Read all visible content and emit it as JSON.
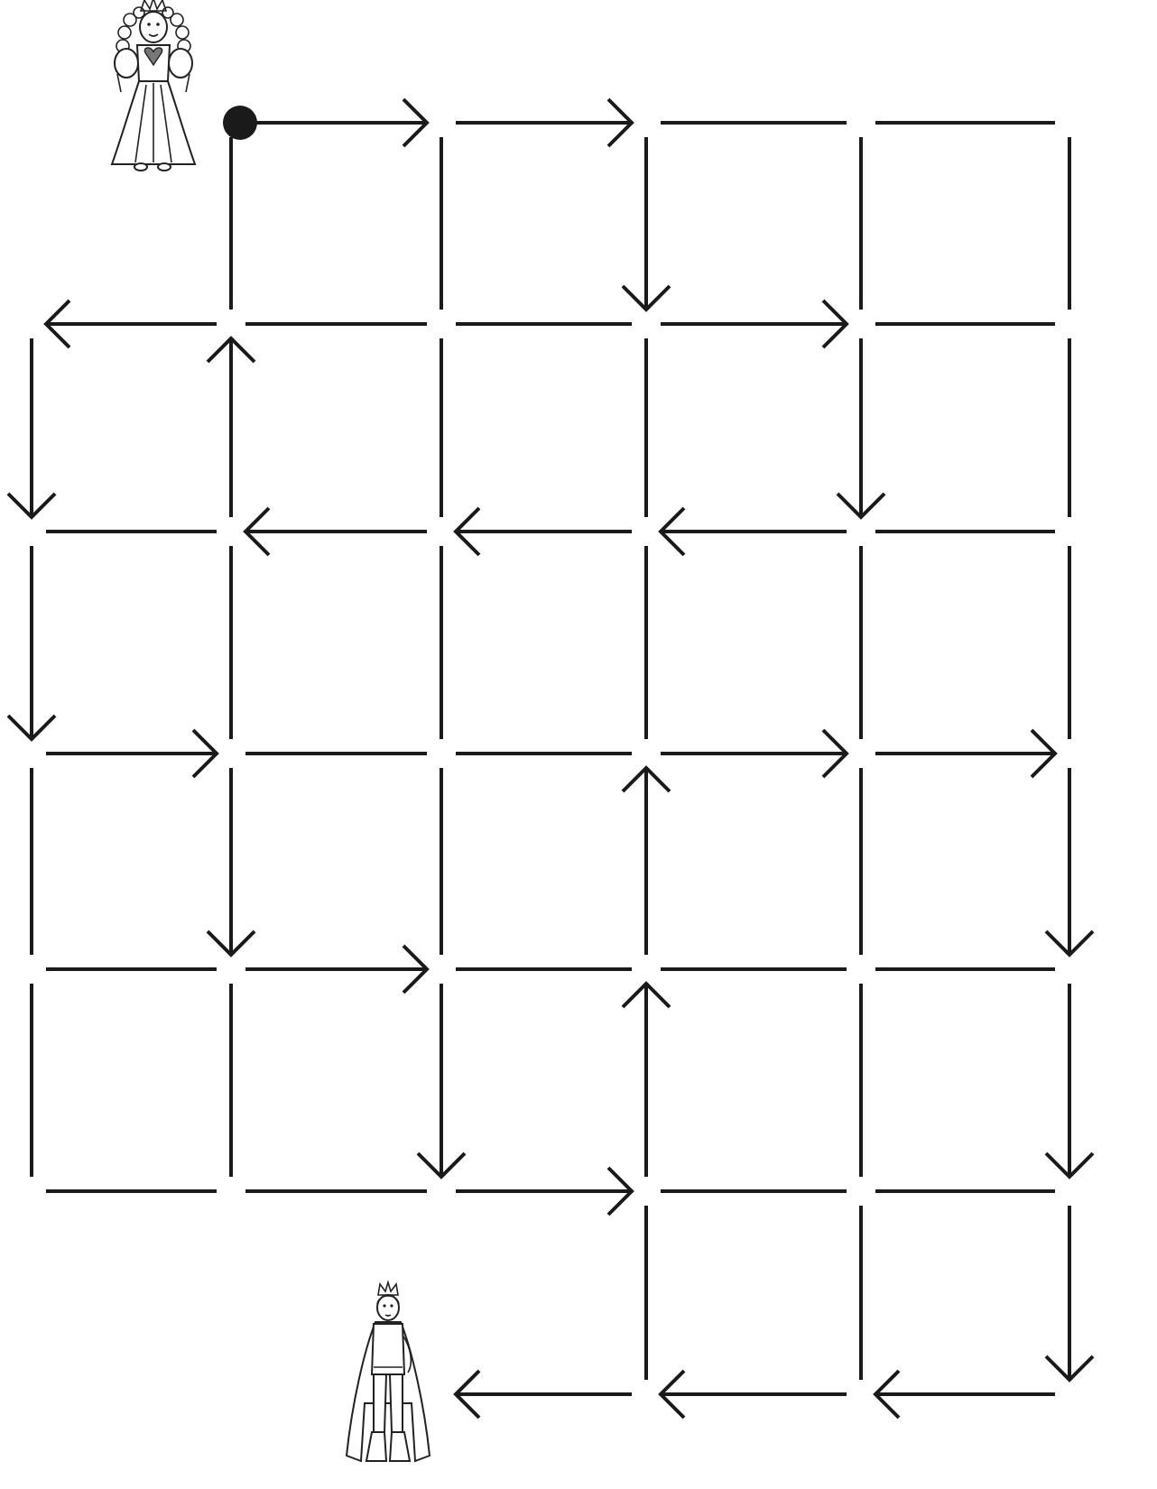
{
  "colors": {
    "background": "#ffffff",
    "ink": "#1a1a1a"
  },
  "maze": {
    "grid": {
      "columns": 6,
      "rows": 7
    },
    "start_node": {
      "col": 1,
      "row": 0
    },
    "edges": [
      {
        "a": [
          1,
          0
        ],
        "b": [
          2,
          0
        ],
        "dir": "a-b"
      },
      {
        "a": [
          2,
          0
        ],
        "b": [
          3,
          0
        ],
        "dir": "a-b"
      },
      {
        "a": [
          3,
          0
        ],
        "b": [
          4,
          0
        ],
        "dir": "none"
      },
      {
        "a": [
          4,
          0
        ],
        "b": [
          5,
          0
        ],
        "dir": "none"
      },
      {
        "a": [
          1,
          0
        ],
        "b": [
          1,
          1
        ],
        "dir": "none"
      },
      {
        "a": [
          2,
          0
        ],
        "b": [
          2,
          1
        ],
        "dir": "none"
      },
      {
        "a": [
          3,
          0
        ],
        "b": [
          3,
          1
        ],
        "dir": "a-b"
      },
      {
        "a": [
          4,
          0
        ],
        "b": [
          4,
          1
        ],
        "dir": "none"
      },
      {
        "a": [
          5,
          0
        ],
        "b": [
          5,
          1
        ],
        "dir": "none"
      },
      {
        "a": [
          0,
          1
        ],
        "b": [
          1,
          1
        ],
        "dir": "b-a"
      },
      {
        "a": [
          1,
          1
        ],
        "b": [
          2,
          1
        ],
        "dir": "none"
      },
      {
        "a": [
          2,
          1
        ],
        "b": [
          3,
          1
        ],
        "dir": "none"
      },
      {
        "a": [
          3,
          1
        ],
        "b": [
          4,
          1
        ],
        "dir": "a-b"
      },
      {
        "a": [
          4,
          1
        ],
        "b": [
          5,
          1
        ],
        "dir": "none"
      },
      {
        "a": [
          0,
          1
        ],
        "b": [
          0,
          2
        ],
        "dir": "a-b"
      },
      {
        "a": [
          1,
          1
        ],
        "b": [
          1,
          2
        ],
        "dir": "b-a"
      },
      {
        "a": [
          2,
          1
        ],
        "b": [
          2,
          2
        ],
        "dir": "none"
      },
      {
        "a": [
          3,
          1
        ],
        "b": [
          3,
          2
        ],
        "dir": "none"
      },
      {
        "a": [
          4,
          1
        ],
        "b": [
          4,
          2
        ],
        "dir": "a-b"
      },
      {
        "a": [
          5,
          1
        ],
        "b": [
          5,
          2
        ],
        "dir": "none"
      },
      {
        "a": [
          0,
          2
        ],
        "b": [
          1,
          2
        ],
        "dir": "none"
      },
      {
        "a": [
          1,
          2
        ],
        "b": [
          2,
          2
        ],
        "dir": "b-a"
      },
      {
        "a": [
          2,
          2
        ],
        "b": [
          3,
          2
        ],
        "dir": "b-a"
      },
      {
        "a": [
          3,
          2
        ],
        "b": [
          4,
          2
        ],
        "dir": "b-a"
      },
      {
        "a": [
          4,
          2
        ],
        "b": [
          5,
          2
        ],
        "dir": "none"
      },
      {
        "a": [
          0,
          2
        ],
        "b": [
          0,
          3
        ],
        "dir": "a-b"
      },
      {
        "a": [
          1,
          2
        ],
        "b": [
          1,
          3
        ],
        "dir": "none"
      },
      {
        "a": [
          2,
          2
        ],
        "b": [
          2,
          3
        ],
        "dir": "none"
      },
      {
        "a": [
          3,
          2
        ],
        "b": [
          3,
          3
        ],
        "dir": "none"
      },
      {
        "a": [
          4,
          2
        ],
        "b": [
          4,
          3
        ],
        "dir": "none"
      },
      {
        "a": [
          5,
          2
        ],
        "b": [
          5,
          3
        ],
        "dir": "none"
      },
      {
        "a": [
          0,
          3
        ],
        "b": [
          1,
          3
        ],
        "dir": "a-b"
      },
      {
        "a": [
          1,
          3
        ],
        "b": [
          2,
          3
        ],
        "dir": "none"
      },
      {
        "a": [
          2,
          3
        ],
        "b": [
          3,
          3
        ],
        "dir": "none"
      },
      {
        "a": [
          3,
          3
        ],
        "b": [
          4,
          3
        ],
        "dir": "a-b"
      },
      {
        "a": [
          4,
          3
        ],
        "b": [
          5,
          3
        ],
        "dir": "a-b"
      },
      {
        "a": [
          0,
          3
        ],
        "b": [
          0,
          4
        ],
        "dir": "none"
      },
      {
        "a": [
          1,
          3
        ],
        "b": [
          1,
          4
        ],
        "dir": "a-b"
      },
      {
        "a": [
          2,
          3
        ],
        "b": [
          2,
          4
        ],
        "dir": "none"
      },
      {
        "a": [
          3,
          3
        ],
        "b": [
          3,
          4
        ],
        "dir": "b-a"
      },
      {
        "a": [
          4,
          3
        ],
        "b": [
          4,
          4
        ],
        "dir": "none"
      },
      {
        "a": [
          5,
          3
        ],
        "b": [
          5,
          4
        ],
        "dir": "a-b"
      },
      {
        "a": [
          0,
          4
        ],
        "b": [
          1,
          4
        ],
        "dir": "none"
      },
      {
        "a": [
          1,
          4
        ],
        "b": [
          2,
          4
        ],
        "dir": "a-b"
      },
      {
        "a": [
          2,
          4
        ],
        "b": [
          3,
          4
        ],
        "dir": "none"
      },
      {
        "a": [
          3,
          4
        ],
        "b": [
          4,
          4
        ],
        "dir": "none"
      },
      {
        "a": [
          4,
          4
        ],
        "b": [
          5,
          4
        ],
        "dir": "none"
      },
      {
        "a": [
          0,
          4
        ],
        "b": [
          0,
          5
        ],
        "dir": "none"
      },
      {
        "a": [
          1,
          4
        ],
        "b": [
          1,
          5
        ],
        "dir": "none"
      },
      {
        "a": [
          2,
          4
        ],
        "b": [
          2,
          5
        ],
        "dir": "a-b"
      },
      {
        "a": [
          3,
          4
        ],
        "b": [
          3,
          5
        ],
        "dir": "b-a"
      },
      {
        "a": [
          4,
          4
        ],
        "b": [
          4,
          5
        ],
        "dir": "none"
      },
      {
        "a": [
          5,
          4
        ],
        "b": [
          5,
          5
        ],
        "dir": "a-b"
      },
      {
        "a": [
          0,
          5
        ],
        "b": [
          1,
          5
        ],
        "dir": "none"
      },
      {
        "a": [
          1,
          5
        ],
        "b": [
          2,
          5
        ],
        "dir": "none"
      },
      {
        "a": [
          2,
          5
        ],
        "b": [
          3,
          5
        ],
        "dir": "a-b"
      },
      {
        "a": [
          3,
          5
        ],
        "b": [
          4,
          5
        ],
        "dir": "none"
      },
      {
        "a": [
          4,
          5
        ],
        "b": [
          5,
          5
        ],
        "dir": "none"
      },
      {
        "a": [
          3,
          5
        ],
        "b": [
          3,
          6
        ],
        "dir": "none"
      },
      {
        "a": [
          4,
          5
        ],
        "b": [
          4,
          6
        ],
        "dir": "none"
      },
      {
        "a": [
          5,
          5
        ],
        "b": [
          5,
          6
        ],
        "dir": "a-b"
      },
      {
        "a": [
          2,
          6
        ],
        "b": [
          3,
          6
        ],
        "dir": "b-a"
      },
      {
        "a": [
          3,
          6
        ],
        "b": [
          4,
          6
        ],
        "dir": "b-a"
      },
      {
        "a": [
          4,
          6
        ],
        "b": [
          5,
          6
        ],
        "dir": "b-a"
      }
    ]
  },
  "characters": {
    "princess": {
      "icon": "princess-icon"
    },
    "prince": {
      "icon": "prince-icon"
    }
  }
}
